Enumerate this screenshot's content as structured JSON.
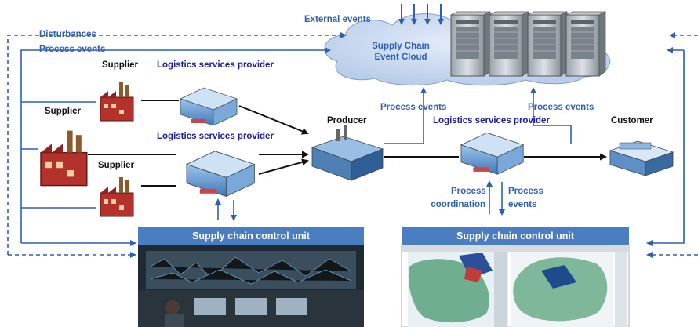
{
  "labels": {
    "external_events": "External events",
    "disturbances": "Disturbances",
    "process_events_top": "Process events",
    "cloud_line1": "Supply Chain",
    "cloud_line2": "Event Cloud",
    "supplier_top": "Supplier",
    "supplier_left": "Supplier",
    "supplier_bottom": "Supplier",
    "lsp_top": "Logistics services provider",
    "lsp_middle": "Logistics services provider",
    "lsp_right": "Logistics services provider",
    "producer": "Producer",
    "customer": "Customer",
    "process_events_mid1": "Process events",
    "process_events_mid2": "Process events",
    "process_coordination_l1": "Process",
    "process_coordination_l2": "coordination",
    "process_events_bottom_l1": "Process",
    "process_events_bottom_l2": "events"
  },
  "panels": {
    "left_title": "Supply chain control unit",
    "right_title": "Supply chain control unit"
  },
  "colors": {
    "accent_blue": "#2E5FB5",
    "dark_blue_text": "#1a1aa8",
    "panel_header": "#4A7EC0",
    "cloud_fill": "#C9DAF0"
  }
}
